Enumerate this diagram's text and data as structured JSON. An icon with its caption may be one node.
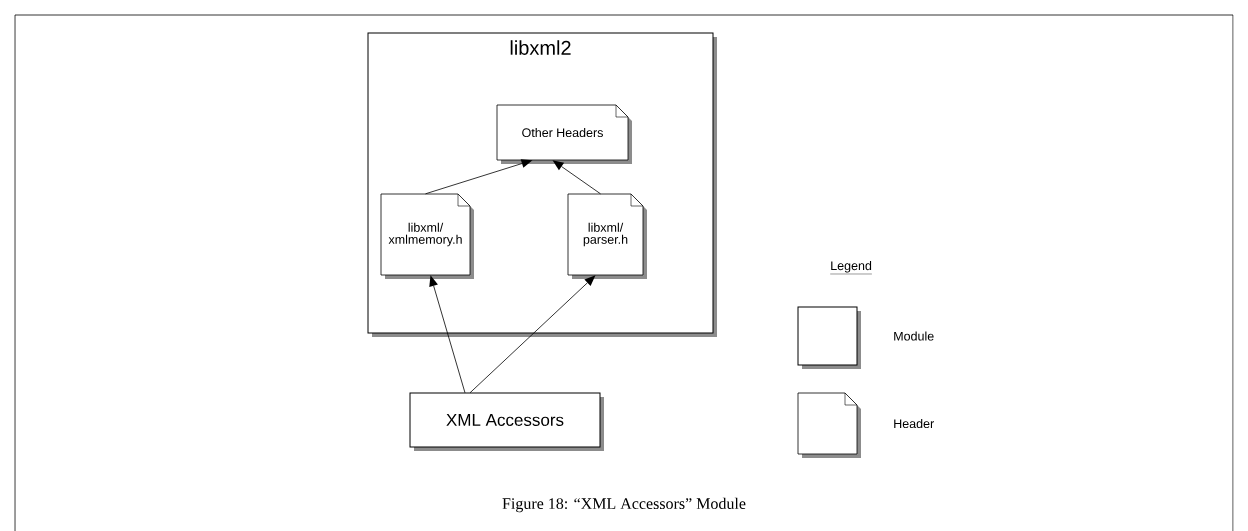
{
  "diagram": {
    "caption": "Figure 18: “XML Accessors” Module",
    "nodes": [
      {
        "text": [
          "libxml2"
        ]
      },
      {
        "text": [
          "Other Headers"
        ],
        "in": 0
      },
      {
        "text": [
          "libxml/ xmlmemory.h"
        ],
        "in": 0
      },
      {
        "text": [
          "libxml/ parser.h"
        ],
        "in": 0
      },
      {
        "text": [
          "XML Accessors"
        ]
      }
    ],
    "edges": [
      {
        "from": 2,
        "to": 1,
        "arrow": "to"
      },
      {
        "from": 3,
        "to": 1,
        "arrow": "to"
      },
      {
        "from": 4,
        "to": 2,
        "arrow": "to"
      },
      {
        "from": 4,
        "to": 3,
        "arrow": "to"
      }
    ],
    "labels": [
      "Legend"
    ],
    "legend": [
      {
        "text": "Module"
      },
      {
        "text": "Header"
      }
    ]
  }
}
